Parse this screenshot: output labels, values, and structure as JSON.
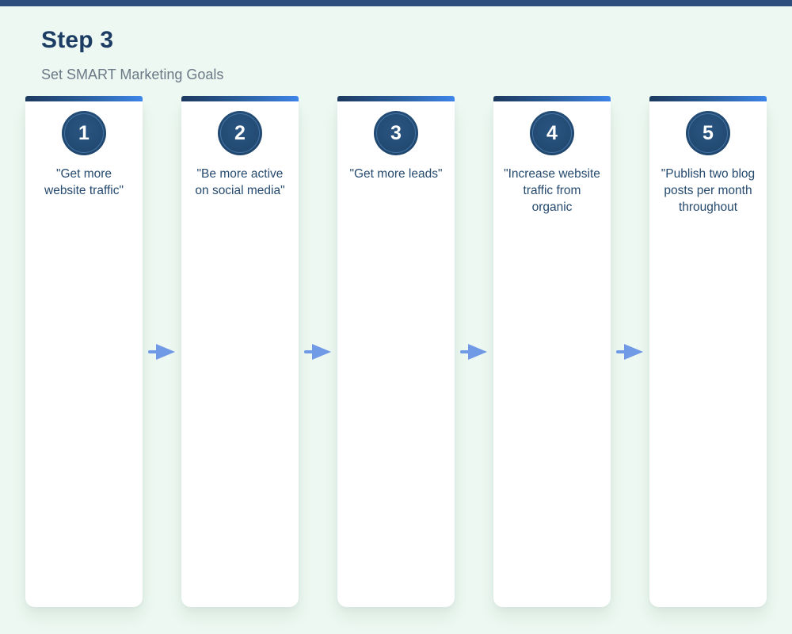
{
  "page": {
    "title": "Step 3",
    "subtitle": "Set SMART Marketing Goals"
  },
  "steps": [
    {
      "number": "1",
      "quote": "\"Get more website traffic\""
    },
    {
      "number": "2",
      "quote": "\"Be more active on social media\""
    },
    {
      "number": "3",
      "quote": "\"Get more leads\""
    },
    {
      "number": "4",
      "quote": "\"Increase website traffic from organic"
    },
    {
      "number": "5",
      "quote": "\"Publish two blog posts per month throughout"
    }
  ],
  "icons": {
    "between_steps": "right-arrow-icon"
  },
  "colors": {
    "top_bar": "#2e4e7e",
    "background": "#ecf8f1",
    "card_background": "#ffffff",
    "accent_gradient_start": "#1d3a5f",
    "accent_gradient_end": "#3e86ea",
    "badge_fill": "#234b74",
    "badge_ring": "#6098cd",
    "badge_number": "#ffffff",
    "title_text": "#1c3c63",
    "subtitle_text": "#6b7987",
    "quote_text": "#254a6e",
    "arrow": "#7099e6"
  }
}
